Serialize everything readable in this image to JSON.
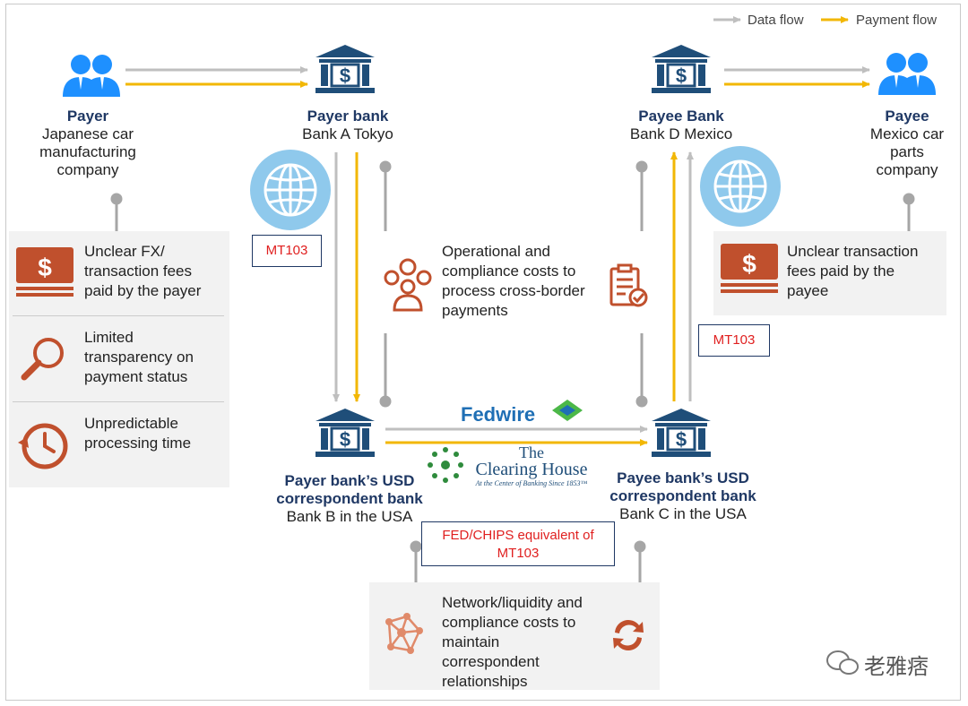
{
  "legend": {
    "data_flow": "Data flow",
    "payment_flow": "Payment flow"
  },
  "colors": {
    "navy": "#1f3864",
    "bank_blue": "#1f4e79",
    "people_blue": "#1e90ff",
    "gray_arrow": "#bfbfbf",
    "gold_arrow": "#f2b705",
    "red_text": "#e02020",
    "rust": "#c0502d"
  },
  "payer": {
    "title": "Payer",
    "line1": "Japanese car",
    "line2": "manufacturing",
    "line3": "company"
  },
  "payer_bank": {
    "title": "Payer bank",
    "sub": "Bank A Tokyo"
  },
  "payee_bank": {
    "title": "Payee Bank",
    "sub": "Bank D Mexico"
  },
  "payee": {
    "title": "Payee",
    "line1": "Mexico car",
    "line2": "parts",
    "line3": "company"
  },
  "left_issues": [
    {
      "icon": "dollar-bills-icon",
      "l1": "Unclear FX/",
      "l2": "transaction fees",
      "l3": "paid by the payer"
    },
    {
      "icon": "magnifier-icon",
      "l1": "Limited",
      "l2": "transparency on",
      "l3": "payment status"
    },
    {
      "icon": "clock-icon",
      "l1": "Unpredictable",
      "l2": "processing time",
      "l3": ""
    }
  ],
  "right_issue": {
    "icon": "dollar-bills-icon",
    "l1": "Unclear transaction",
    "l2": "fees paid by the",
    "l3": "payee"
  },
  "operational": {
    "l1": "Operational and",
    "l2": "compliance costs to",
    "l3": "process cross-border",
    "l4": "payments"
  },
  "mt_left": "MT103",
  "mt_right": "MT103",
  "mt_bottom": {
    "l1": "FED/CHIPS equivalent of",
    "l2": "MT103"
  },
  "payer_corr": {
    "t1": "Payer bank’s USD",
    "t2": "correspondent bank",
    "sub": "Bank B in the USA"
  },
  "payee_corr": {
    "t1": "Payee bank’s USD",
    "t2": "correspondent bank",
    "sub": "Bank C in the USA"
  },
  "fedwire": "Fedwire",
  "clearing_house": {
    "l1": "The",
    "l2": "Clearing House",
    "tagline": "At the Center of Banking Since 1853™"
  },
  "network": {
    "l1": "Network/liquidity  and",
    "l2": "compliance costs to",
    "l3": "maintain",
    "l4": "correspondent",
    "l5": "relationships"
  },
  "watermark": "老雅痞"
}
